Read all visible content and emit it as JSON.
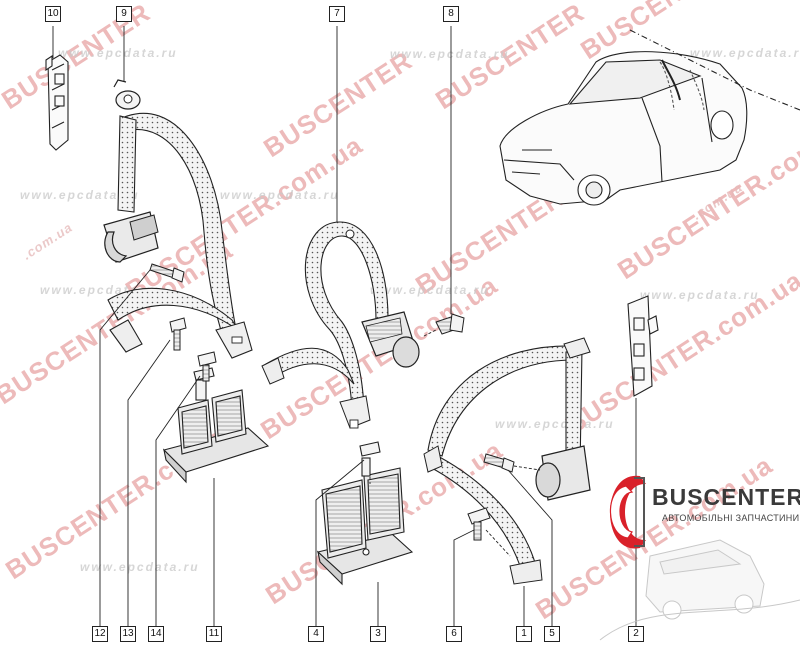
{
  "callouts": [
    {
      "id": "10",
      "label": "10"
    },
    {
      "id": "9",
      "label": "9"
    },
    {
      "id": "7",
      "label": "7"
    },
    {
      "id": "8",
      "label": "8"
    },
    {
      "id": "12",
      "label": "12"
    },
    {
      "id": "13",
      "label": "13"
    },
    {
      "id": "14",
      "label": "14"
    },
    {
      "id": "11",
      "label": "11"
    },
    {
      "id": "4",
      "label": "4"
    },
    {
      "id": "3",
      "label": "3"
    },
    {
      "id": "6",
      "label": "6"
    },
    {
      "id": "1",
      "label": "1"
    },
    {
      "id": "5",
      "label": "5"
    },
    {
      "id": "2",
      "label": "2"
    }
  ],
  "watermarks": {
    "buscenter": "BUSCENTER",
    "domain": "BUSCENTER.com.ua",
    "com_ua": ".com.ua",
    "epc": "www.epcdata.ru"
  },
  "logo": {
    "name": "BUSCENTER",
    "subtitle": "АВТОМОБІЛЬНІ ЗАПЧАСТИНИ",
    "brand_color": "#d9212a"
  }
}
